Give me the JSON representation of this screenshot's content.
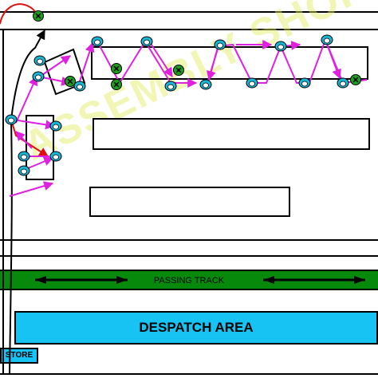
{
  "labels": {
    "passing_track": "PASSING TRACK",
    "despatch_area": "DESPATCH AREA",
    "store": "STORE",
    "watermark": "ASSEMBLY SHOP"
  },
  "colors": {
    "route": "#e020e0",
    "feed_red": "#dd1010",
    "track_green": "#078a0c",
    "despatch_blue": "#17c3f2",
    "station_cyan": "#19b7d6",
    "station_green": "#1ea01e"
  },
  "icons": {
    "station_marker": "workstation-cyan-icon",
    "check_marker": "green-cross-circle-icon"
  }
}
